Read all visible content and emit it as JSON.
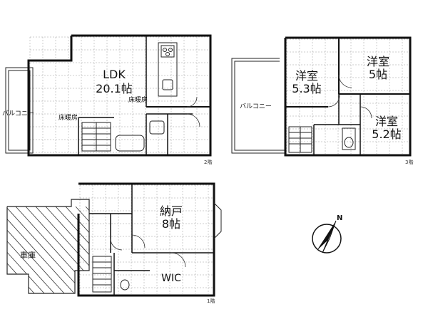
{
  "floor2": {
    "ldk_name": "LDK",
    "ldk_size": "20.1帖",
    "balcony": "バルコニー",
    "floor_heating_1": "床暖房",
    "floor_heating_2": "床暖房",
    "floor_label": "2階"
  },
  "floor3": {
    "room1_name": "洋室",
    "room1_size": "5.3帖",
    "room2_name": "洋室",
    "room2_size": "5帖",
    "room3_name": "洋室",
    "room3_size": "5.2帖",
    "balcony": "バルコニー",
    "floor_label": "3階"
  },
  "floor1": {
    "storage_name": "納戸",
    "storage_size": "8帖",
    "garage": "車庫",
    "wic": "WIC",
    "floor_label": "1階"
  },
  "compass": {
    "north": "N"
  }
}
